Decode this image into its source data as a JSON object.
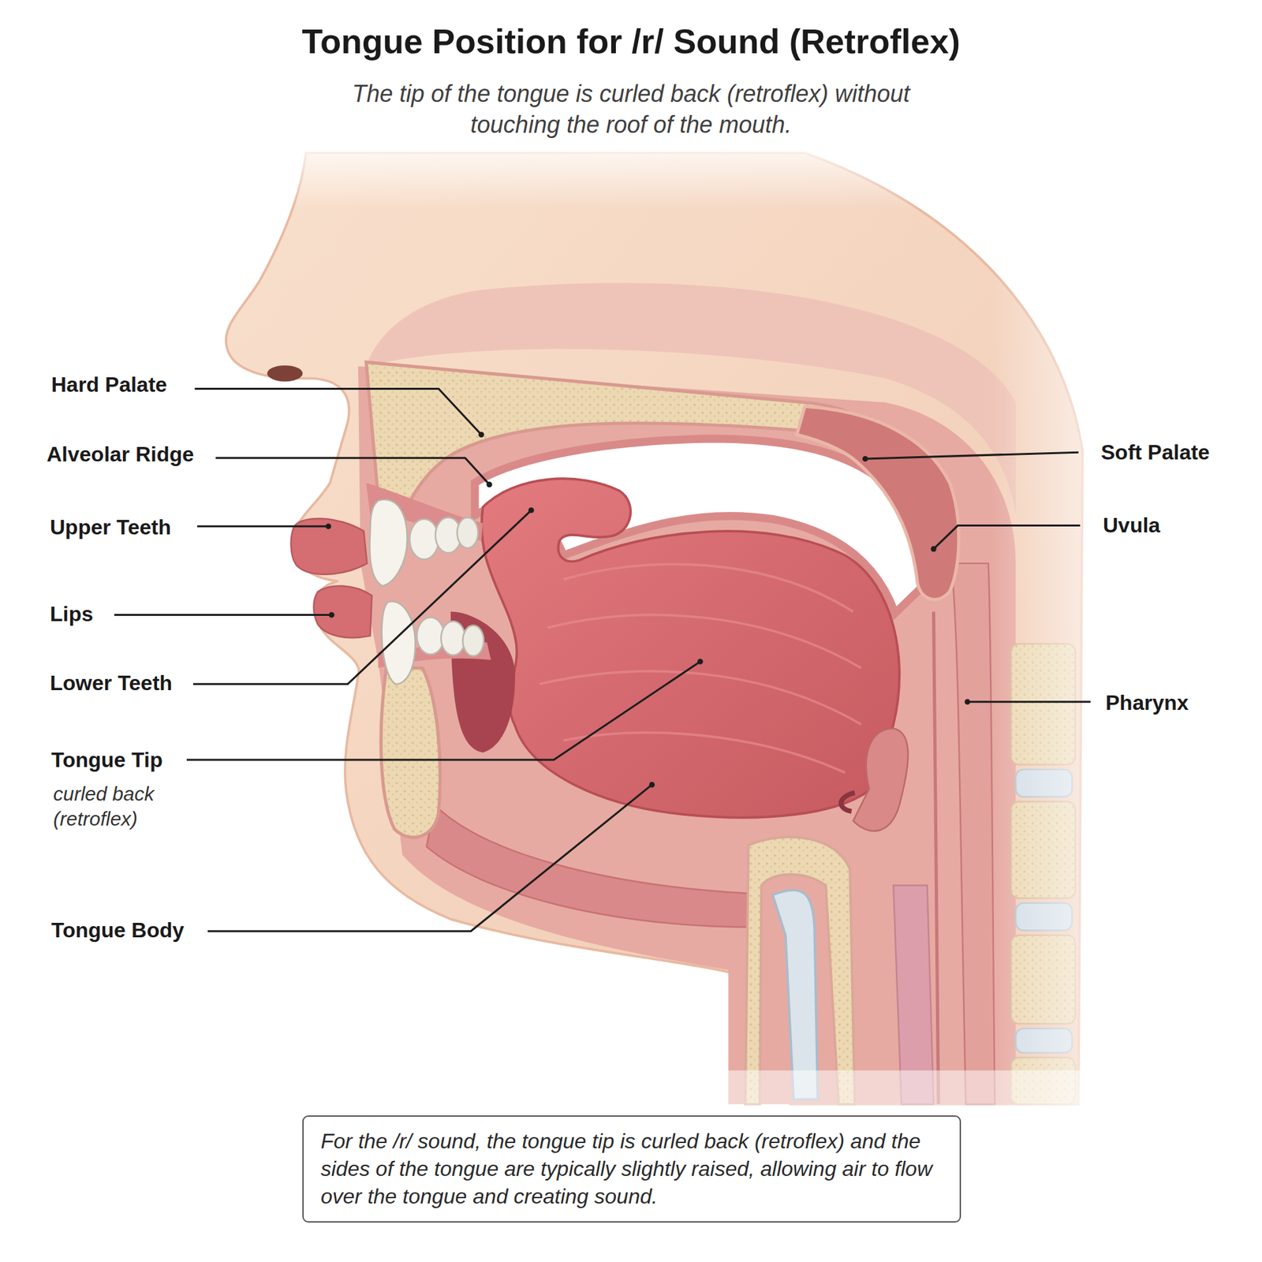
{
  "diagram": {
    "title": "Tongue Position for /r/ Sound (Retroflex)",
    "caption": "The tip of the tongue is curled back (retroflex) without touching the roof of the mouth.",
    "nodes": [
      {
        "text": [
          "For the /r/ sound, the tongue tip is curled back (retroflex) and the sides of the tongue are typically slightly raised, allowing air to flow over the tongue and creating sound."
        ]
      }
    ],
    "labels": [
      "Hard Palate",
      "Alveolar Ridge",
      "Upper Teeth",
      "Lips",
      "Lower Teeth",
      "Tongue Tip",
      "curled back (retroflex)",
      "Tongue Body",
      "Soft Palate",
      "Uvula",
      "Pharynx"
    ]
  }
}
